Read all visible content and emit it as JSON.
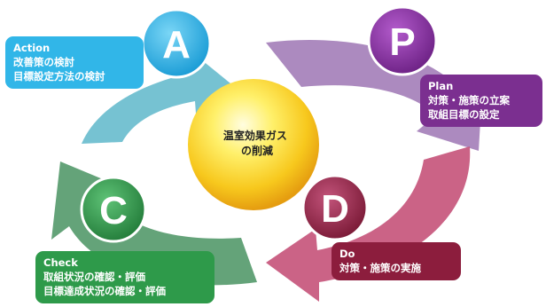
{
  "cycle": {
    "plan": {
      "letter": "P",
      "title": "Plan",
      "lines": [
        "対策・施策の立案",
        "取組目標の設定"
      ],
      "color": "#7b2f90"
    },
    "do": {
      "letter": "D",
      "title": "Do",
      "lines": [
        "対策・施策の実施"
      ],
      "color": "#8c1d3d"
    },
    "check": {
      "letter": "C",
      "title": "Check",
      "lines": [
        "取組状況の確認・評価",
        "目標達成状況の確認・評価"
      ],
      "color": "#2e9a4a"
    },
    "action": {
      "letter": "A",
      "title": "Action",
      "lines": [
        "改善策の検討",
        "目標設定方法の検討"
      ],
      "color": "#31b6e8"
    }
  },
  "center": {
    "lines": [
      "温室効果ガス",
      "の削減"
    ]
  }
}
